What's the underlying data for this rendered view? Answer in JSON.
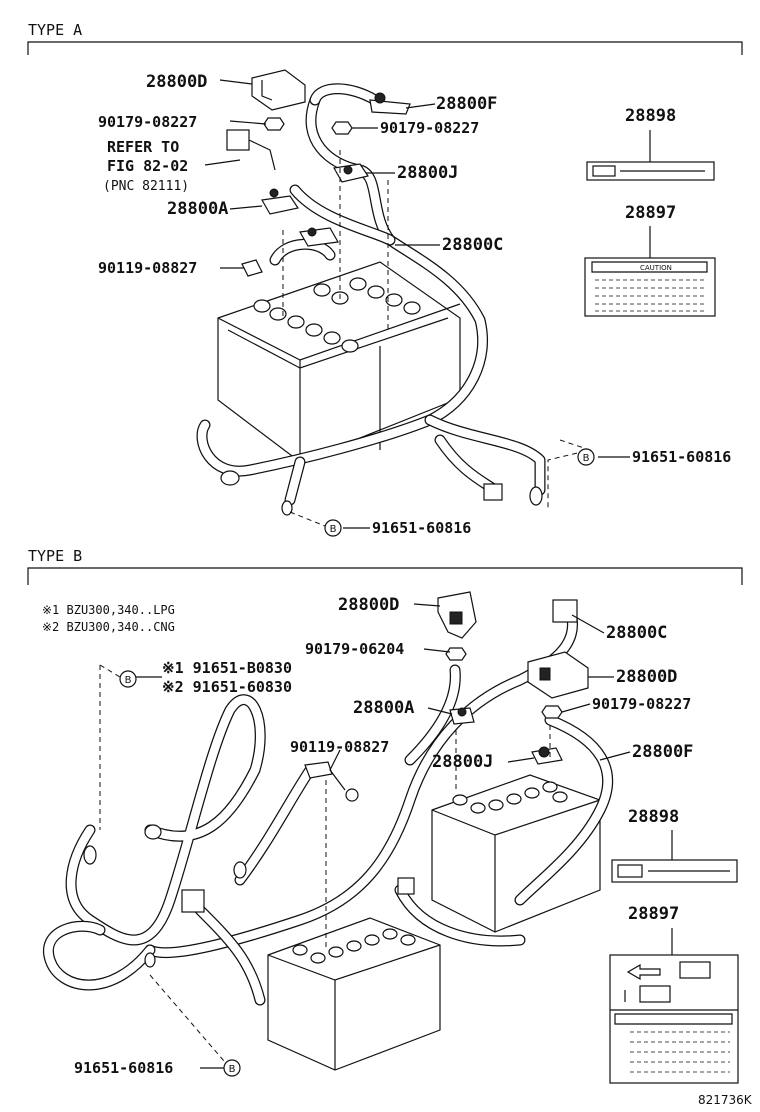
{
  "sections": {
    "type_a": "TYPE A",
    "type_b": "TYPE B"
  },
  "type_a": {
    "labels": {
      "p28800D": "28800D",
      "p90179_08227_l": "90179-08227",
      "refer_line1": "REFER TO",
      "refer_line2": "FIG 82-02",
      "refer_line3": "(PNC 82111)",
      "p28800A": "28800A",
      "p90119_08827": "90119-08827",
      "p28800F": "28800F",
      "p90179_08227_r": "90179-08227",
      "p28800J": "28800J",
      "p28800C": "28800C",
      "p91651_60816_r": "91651-60816",
      "p91651_60816_b": "91651-60816",
      "p28898": "28898",
      "p28897": "28897"
    },
    "caution_text": "CAUTION"
  },
  "type_b": {
    "notes": {
      "n1": "※1 BZU300,340..LPG",
      "n2": "※2 BZU300,340..CNG"
    },
    "labels": {
      "p28800D_top": "28800D",
      "p90179_06204": "90179-06204",
      "p28800A": "28800A",
      "p90119_08827": "90119-08827",
      "p28800J": "28800J",
      "p28800C": "28800C",
      "p28800D_right": "28800D",
      "p90179_08227": "90179-08227",
      "p28800F": "28800F",
      "p28898": "28898",
      "p28897": "28897",
      "s1_91651_B0830": "※1 91651-B0830",
      "s2_91651_60830": "※2 91651-60830",
      "p91651_60816": "91651-60816"
    }
  },
  "figure_id": "821736K",
  "icons": {
    "bolt_marker": "B"
  }
}
